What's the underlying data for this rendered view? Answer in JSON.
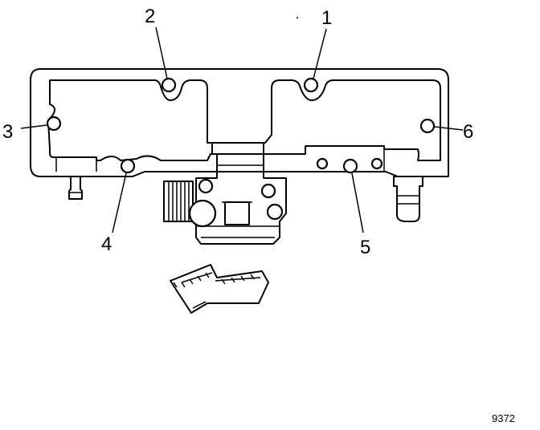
{
  "callouts": [
    {
      "label": "1"
    },
    {
      "label": "2"
    },
    {
      "label": "3"
    },
    {
      "label": "4"
    },
    {
      "label": "5"
    },
    {
      "label": "6"
    }
  ],
  "figure_code": "9372",
  "icons": {
    "arrow": "direction-arrow-icon"
  }
}
